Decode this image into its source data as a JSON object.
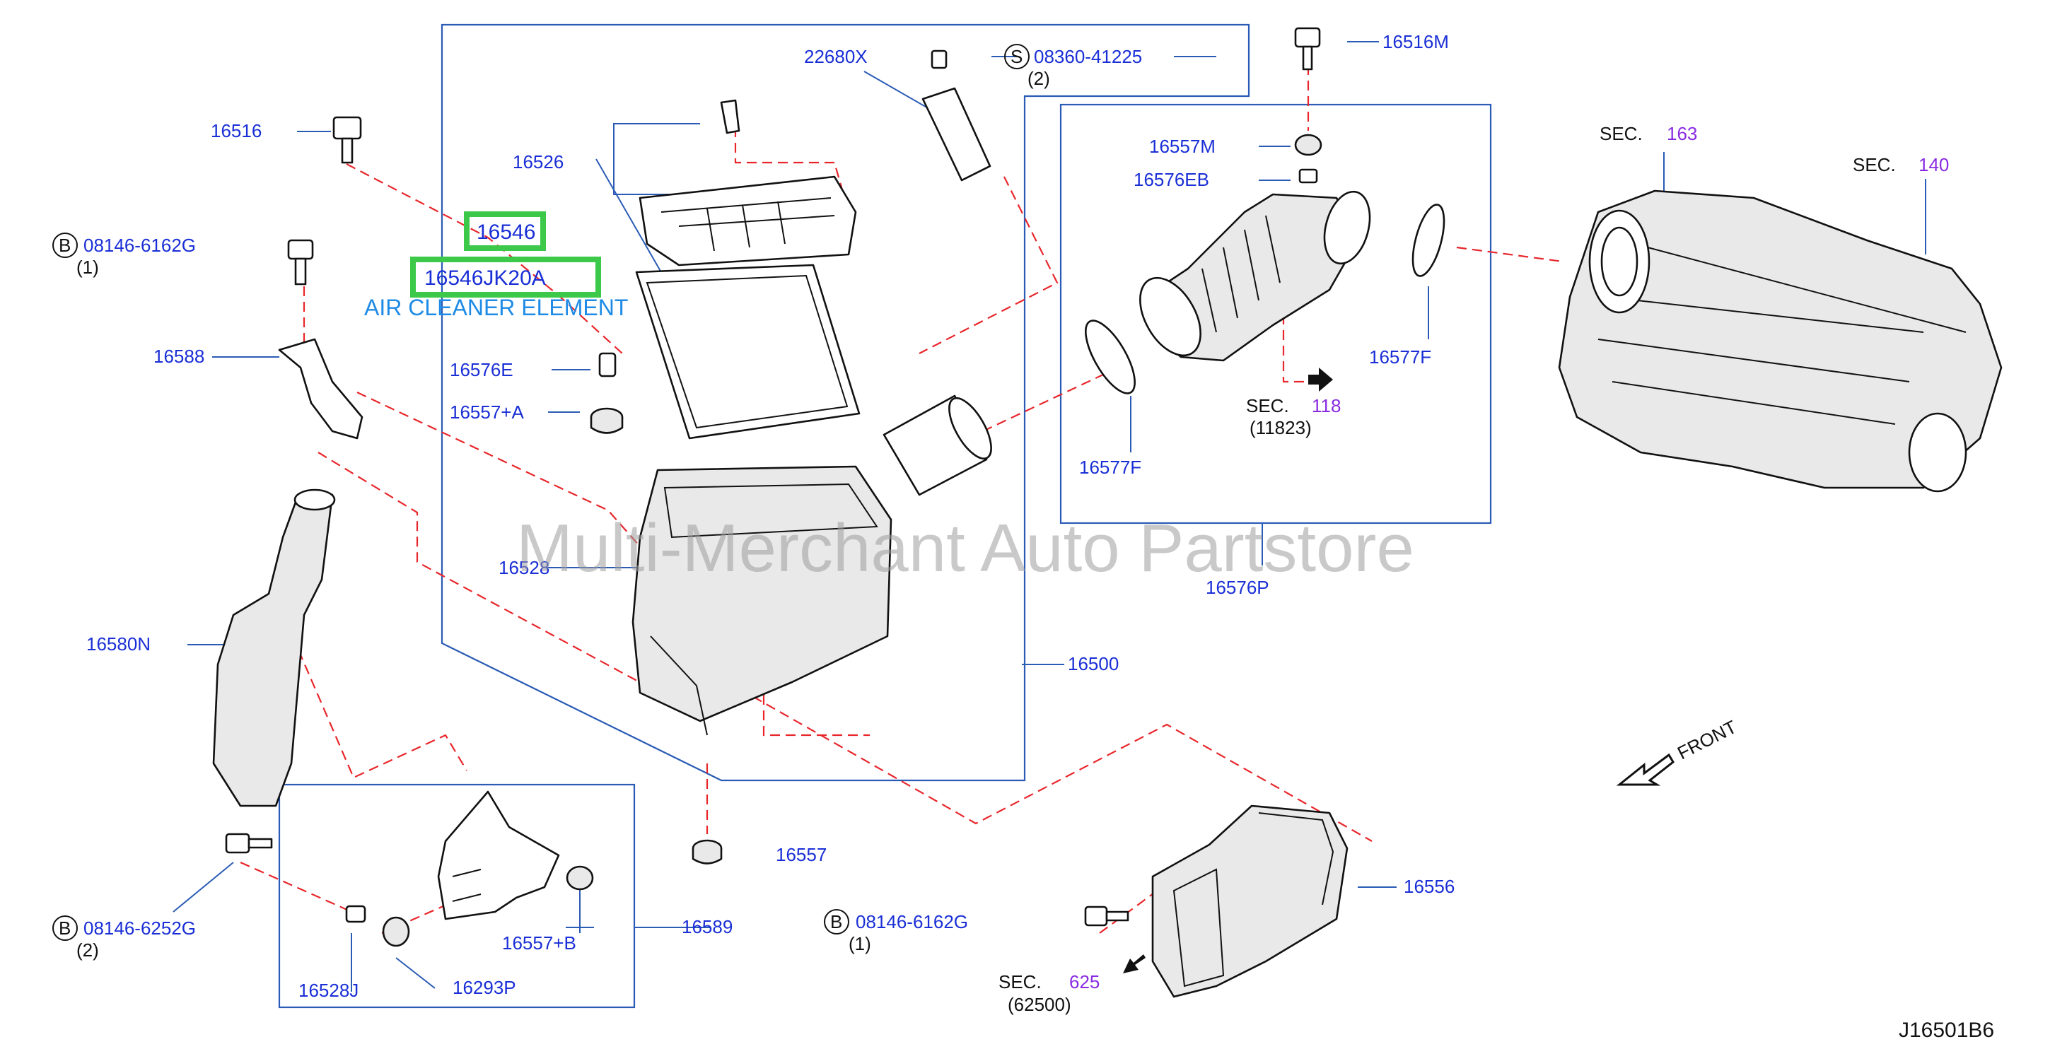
{
  "diagram": {
    "part_labels": [
      "16516",
      "08146-6162G",
      "(1)",
      "16588",
      "16580N",
      "16526",
      "16546",
      "16546JK20A",
      "AIR CLEANER ELEMENT",
      "16576E",
      "16557+A",
      "16528",
      "22680X",
      "08360-41225",
      "(2)",
      "16500",
      "16557",
      "16516M",
      "16557M",
      "16576EB",
      "16577F",
      "16577F",
      "SEC.",
      "118",
      "(11823)",
      "16576P",
      "SEC.",
      "163",
      "SEC.",
      "140",
      "FRONT",
      "08146-6252G",
      "(2)",
      "16528J",
      "16293P",
      "16557+B",
      "16589",
      "08146-6162G",
      "(1)",
      "16556",
      "SEC.",
      "625",
      "(62500)",
      "J16501B6"
    ],
    "circle_letters": [
      "B",
      "S",
      "B",
      "B"
    ],
    "watermark": "Multi-Merchant Auto Partstore"
  }
}
